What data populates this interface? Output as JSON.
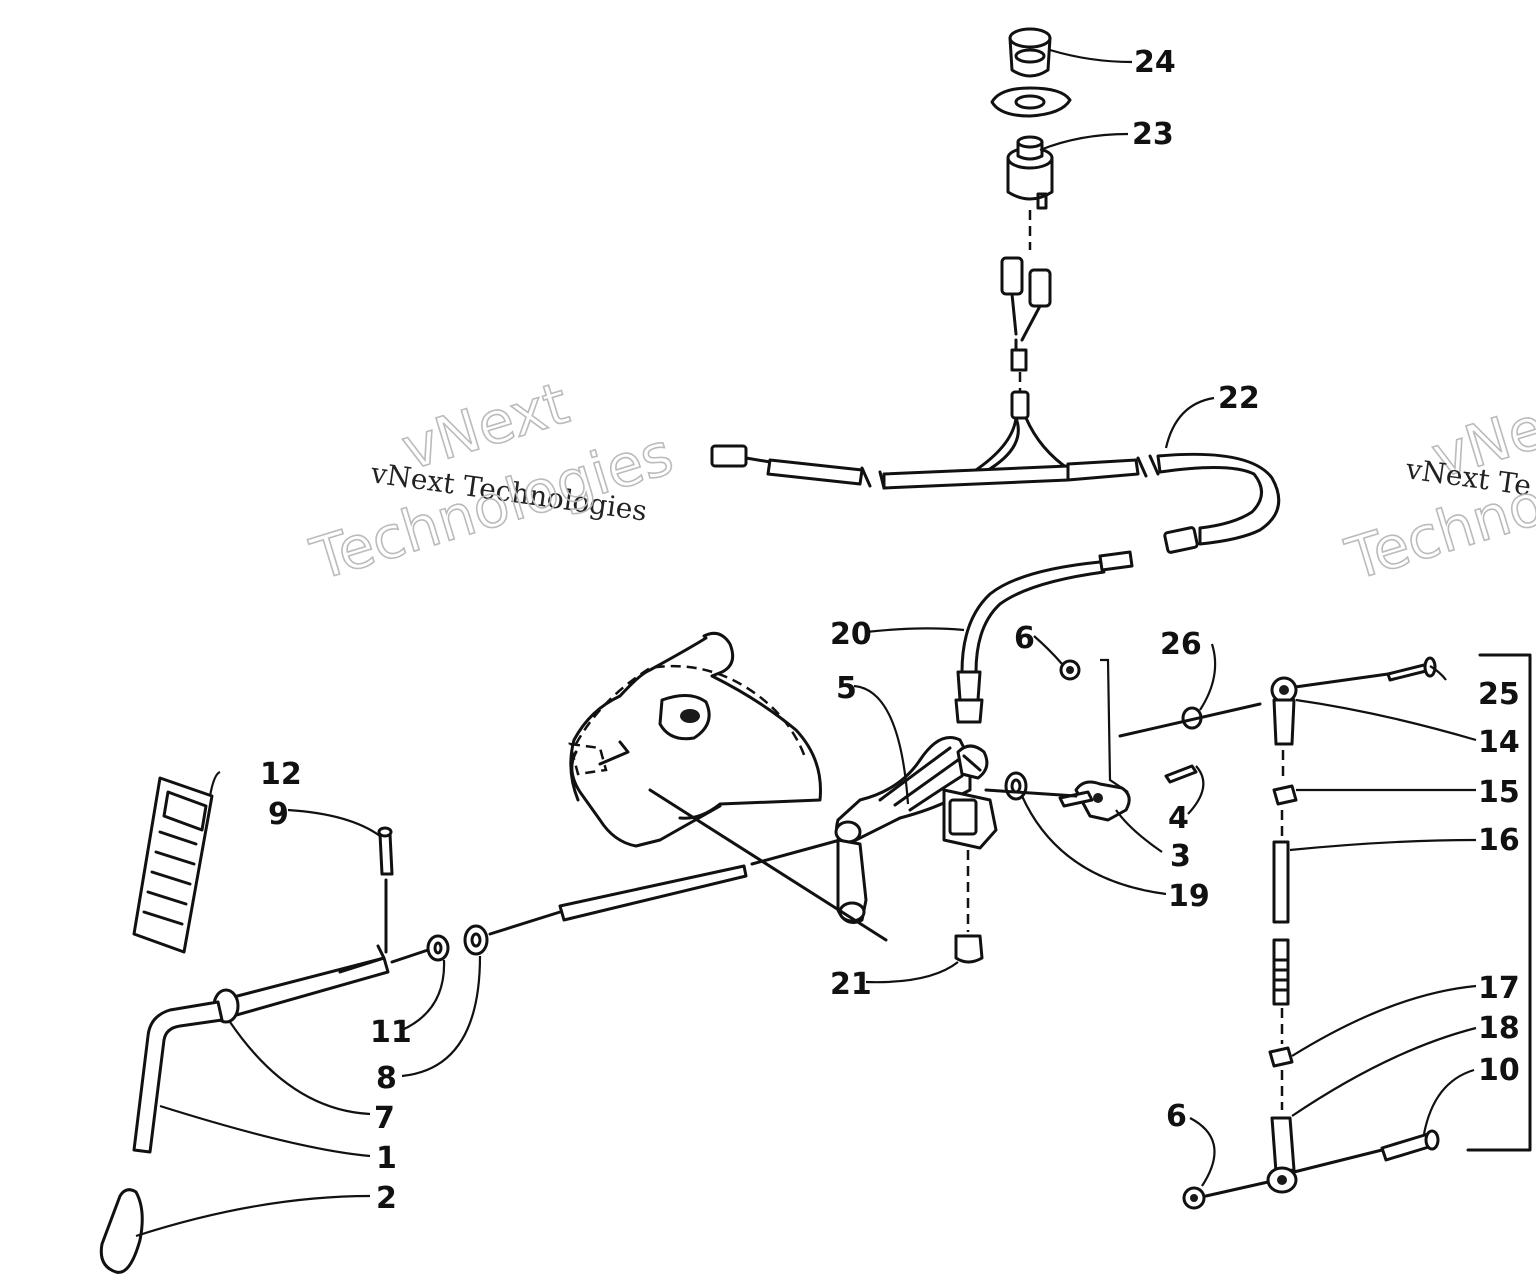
{
  "diagram": {
    "callouts": [
      {
        "id": "c24",
        "text": "24"
      },
      {
        "id": "c23",
        "text": "23"
      },
      {
        "id": "c22",
        "text": "22"
      },
      {
        "id": "c20",
        "text": "20"
      },
      {
        "id": "c6a",
        "text": "6"
      },
      {
        "id": "c26",
        "text": "26"
      },
      {
        "id": "c25",
        "text": "25"
      },
      {
        "id": "c14",
        "text": "14"
      },
      {
        "id": "c5",
        "text": "5"
      },
      {
        "id": "c15",
        "text": "15"
      },
      {
        "id": "c4",
        "text": "4"
      },
      {
        "id": "c16",
        "text": "16"
      },
      {
        "id": "c3",
        "text": "3"
      },
      {
        "id": "c19",
        "text": "19"
      },
      {
        "id": "c12",
        "text": "12"
      },
      {
        "id": "c9",
        "text": "9"
      },
      {
        "id": "c21",
        "text": "21"
      },
      {
        "id": "c17",
        "text": "17"
      },
      {
        "id": "c18",
        "text": "18"
      },
      {
        "id": "c10",
        "text": "10"
      },
      {
        "id": "c11",
        "text": "11"
      },
      {
        "id": "c8",
        "text": "8"
      },
      {
        "id": "c7",
        "text": "7"
      },
      {
        "id": "c1",
        "text": "1"
      },
      {
        "id": "c6b",
        "text": "6"
      },
      {
        "id": "c2",
        "text": "2"
      }
    ],
    "watermarks": [
      {
        "id": "wm1a",
        "text": "vNext"
      },
      {
        "id": "wm1b",
        "text": "vNext Technologies"
      },
      {
        "id": "wm1c",
        "text": "Technologies"
      },
      {
        "id": "wm2a",
        "text": "vNe"
      },
      {
        "id": "wm2b",
        "text": "vNext Te"
      },
      {
        "id": "wm2c",
        "text": "Techno"
      }
    ]
  }
}
